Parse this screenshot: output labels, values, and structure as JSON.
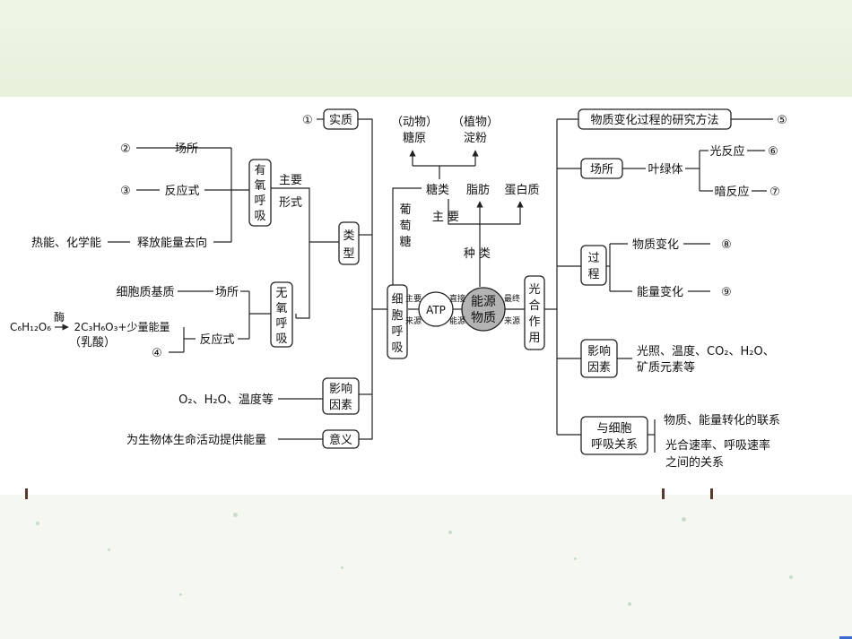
{
  "center": {
    "energy_top": "能源",
    "energy_bottom": "物质",
    "atp": "ATP"
  },
  "top_sources": {
    "animal_a": "（动物）",
    "animal_b": "糖原",
    "plant_a": "（植物）",
    "plant_b": "淀粉"
  },
  "nutrients": {
    "sugar": "糖类",
    "fat": "脂肪",
    "protein": "蛋白质",
    "main": "主 要",
    "kinds": "种 类",
    "glucose": [
      "葡",
      "萄",
      "糖"
    ]
  },
  "resp_box": [
    "细",
    "胞",
    "呼",
    "吸"
  ],
  "photo_box": [
    "光",
    "合",
    "作",
    "用"
  ],
  "atp_left": [
    "主要",
    "来源"
  ],
  "atp_right": [
    "直接",
    "能源"
  ],
  "photo_left": [
    "最终",
    "来源"
  ],
  "left": {
    "essence_num": "①",
    "essence": "实质",
    "type": [
      "类",
      "型"
    ],
    "aerobic": [
      "有",
      "氧",
      "呼",
      "吸"
    ],
    "anaerobic": [
      "无",
      "氧",
      "呼",
      "吸"
    ],
    "main_form": [
      "主要",
      "形式"
    ],
    "place_num": "②",
    "place": "场所",
    "reaction_num": "③",
    "reaction": "反应式",
    "heat": "热能、化学能",
    "release": "释放能量去向",
    "cyto": "细胞质基质",
    "place2": "场所",
    "formula": {
      "lhs": "C₆H₁₂O₆",
      "enzyme": "酶",
      "rhs": "2C₃H₆O₃+少量能量",
      "lactic": "（乳酸）"
    },
    "reaction2": "反应式",
    "num4": "④",
    "factors_box": [
      "影响",
      "因素"
    ],
    "factors": "O₂、H₂O、温度等",
    "meaning_box": "意义",
    "meaning": "为生物体生命活动提供能量"
  },
  "right": {
    "method": "物质变化过程的研究方法",
    "num5": "⑤",
    "site": "场所",
    "chloroplast": "叶绿体",
    "light": "光反应",
    "num6": "⑥",
    "dark": "暗反应",
    "num7": "⑦",
    "process": [
      "过",
      "程"
    ],
    "material": "物质变化",
    "num8": "⑧",
    "energy": "能量变化",
    "num9": "⑨",
    "factors_box": [
      "影响",
      "因素"
    ],
    "factors_a": "光照、温度、CO₂、H₂O、",
    "factors_b": "矿质元素等",
    "relation_box": [
      "与细胞",
      "呼吸关系"
    ],
    "rel_a": "物质、能量转化的联系",
    "rel_b": "光合速率、呼吸速率",
    "rel_c": "之间的关系"
  }
}
